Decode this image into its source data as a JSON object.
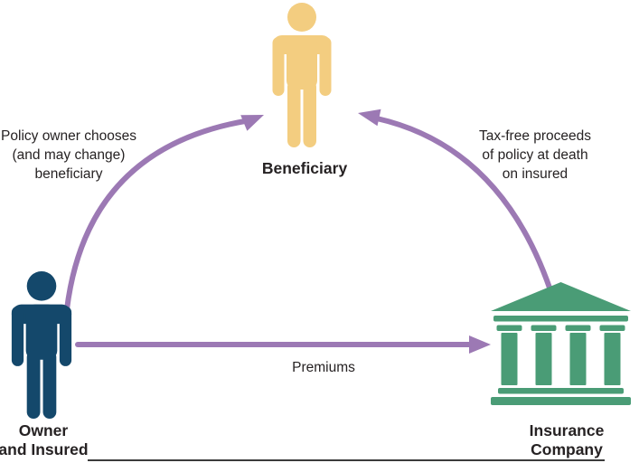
{
  "colors": {
    "purple": "#9c79b4",
    "navy": "#14486b",
    "tan": "#f3cd80",
    "green": "#4a9c76",
    "text": "#262223"
  },
  "nodes": {
    "beneficiary": {
      "label": "Beneficiary",
      "icon": "person-icon"
    },
    "owner": {
      "line1": "Owner",
      "line2": "and Insured",
      "icon": "person-icon"
    },
    "insurance": {
      "line1": "Insurance",
      "line2": "Company",
      "icon": "bank-building-icon"
    }
  },
  "edges": {
    "owner_to_beneficiary": {
      "line1": "Policy owner chooses",
      "line2": "(and may change)",
      "line3": "beneficiary"
    },
    "insurance_to_beneficiary": {
      "line1": "Tax-free proceeds",
      "line2": "of policy at death",
      "line3": "on insured"
    },
    "owner_to_insurance": {
      "label": "Premiums"
    }
  }
}
